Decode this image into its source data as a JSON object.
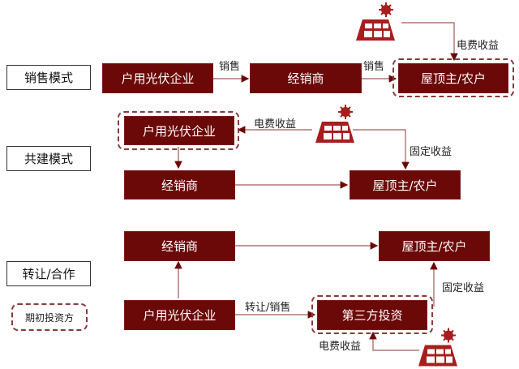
{
  "colors": {
    "box": "#6b0808",
    "line": "#a05a5a",
    "dash": "#8a3a3a"
  },
  "legend": {
    "label": "期初投资方"
  },
  "modes": {
    "sales": {
      "title": "销售模式",
      "boxes": {
        "enterprise": "户用光伏企业",
        "dealer": "经销商",
        "owner": "屋顶主/农户"
      },
      "edges": {
        "enterprise_to_dealer": "销售",
        "dealer_to_owner": "销售",
        "panel_to_owner": "电费收益"
      }
    },
    "cobuild": {
      "title": "共建模式",
      "boxes": {
        "enterprise": "户用光伏企业",
        "dealer": "经销商",
        "owner": "屋顶主/农户"
      },
      "edges": {
        "panel_to_enterprise": "电费收益",
        "panel_to_owner": "固定收益"
      }
    },
    "transfer": {
      "title": "转让/合作",
      "boxes": {
        "dealer": "经销商",
        "owner": "屋顶主/农户",
        "enterprise": "户用光伏企业",
        "investor": "第三方投资"
      },
      "edges": {
        "enterprise_to_investor": "转让/销售",
        "investor_to_owner": "固定收益",
        "panel_to_investor": "电费收益"
      }
    }
  }
}
